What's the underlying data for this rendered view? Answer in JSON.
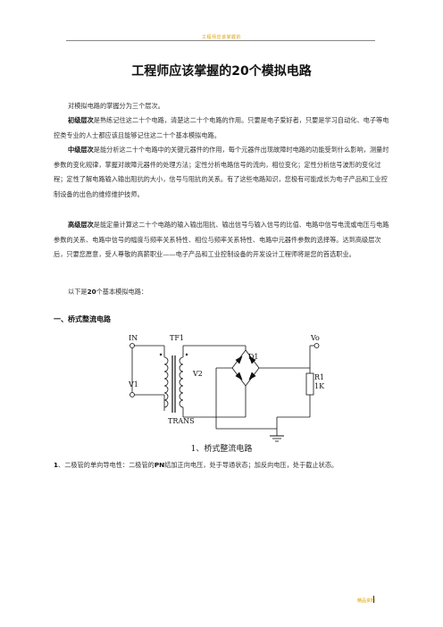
{
  "header": {
    "text": "工程师应该掌握的"
  },
  "title": "工程师应该掌握的20个模拟电路",
  "paragraphs": {
    "p1": "对模拟电路的掌握分为三个层次。",
    "p2_label": "初级层次",
    "p2_text": "是熟练记住这二十个电路，清楚这二十个电路的作用。只要是电子爱好者，只要是学习自动化、电子等电控类专业的人士都应该且能够记住这二十个基本模拟电路。",
    "p3_label": "中级层次",
    "p3_text": "是能分析这二十个电路中的关键元器件的作用，每个元器件出现故障时电路的功能受到什么影响，测量时参数的变化规律，掌握对故障元器件的处理方法；定性分析电路信号的流向，相位变化；定性分析信号波形的变化过程；定性了解电路输入输出阻抗的大小，信号与阻抗的关系。有了这些电路知识，您极有可能成长为电子产品和工业控制设备的出色的维修维护技师。",
    "p4_label": "高级层次",
    "p4_text": "是能定量计算这二十个电路的输入输出阻抗、输出信号与输入信号的比值、电路中信号电流或电压与电路参数的关系、电路中信号的幅度与频率关系特性、相位与频率关系特性、电路中元器件参数的选择等。达到高级层次后，只要您愿意，受人尊敬的高薪职业——电子产品和工业控制设备的开发设计工程师将是您的首选职业。",
    "p5_pre": "以下是",
    "p5_num": "20",
    "p5_post": "个基本模拟电路："
  },
  "section": {
    "title": "一、桥式整流电路"
  },
  "circuit": {
    "labels": {
      "in": "IN",
      "tf": "TF1",
      "vo": "Vo",
      "d1": "D1",
      "v2": "V2",
      "r1": "R1",
      "r1_val": "1K",
      "v1": "V1",
      "trans": "TRANS"
    },
    "caption": "1、桥式整流电路"
  },
  "body_after": {
    "num": "1",
    "text": "、二极管的单向导电性：二极管的",
    "pn": "PN",
    "text2": "结加正向电压，处于导通状态；加反向电压，处于截止状态。"
  },
  "footer": {
    "text": "精品资料"
  }
}
